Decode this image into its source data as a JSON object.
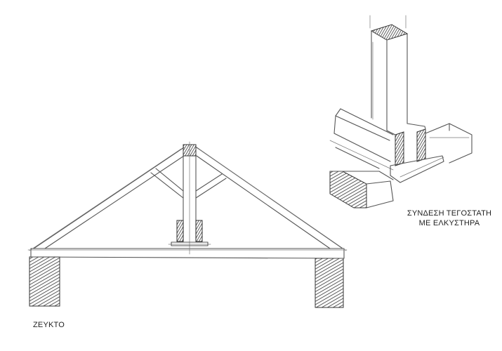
{
  "captions": {
    "truss": "ΖΕΥΚΤΟ",
    "detail_line1": "ΣΥΝΔΕΣΗ ΤΕΓΟΣΤΑΤΗ",
    "detail_line2": "ΜΕ ΕΛΚΥΣΤΗΡΑ"
  }
}
